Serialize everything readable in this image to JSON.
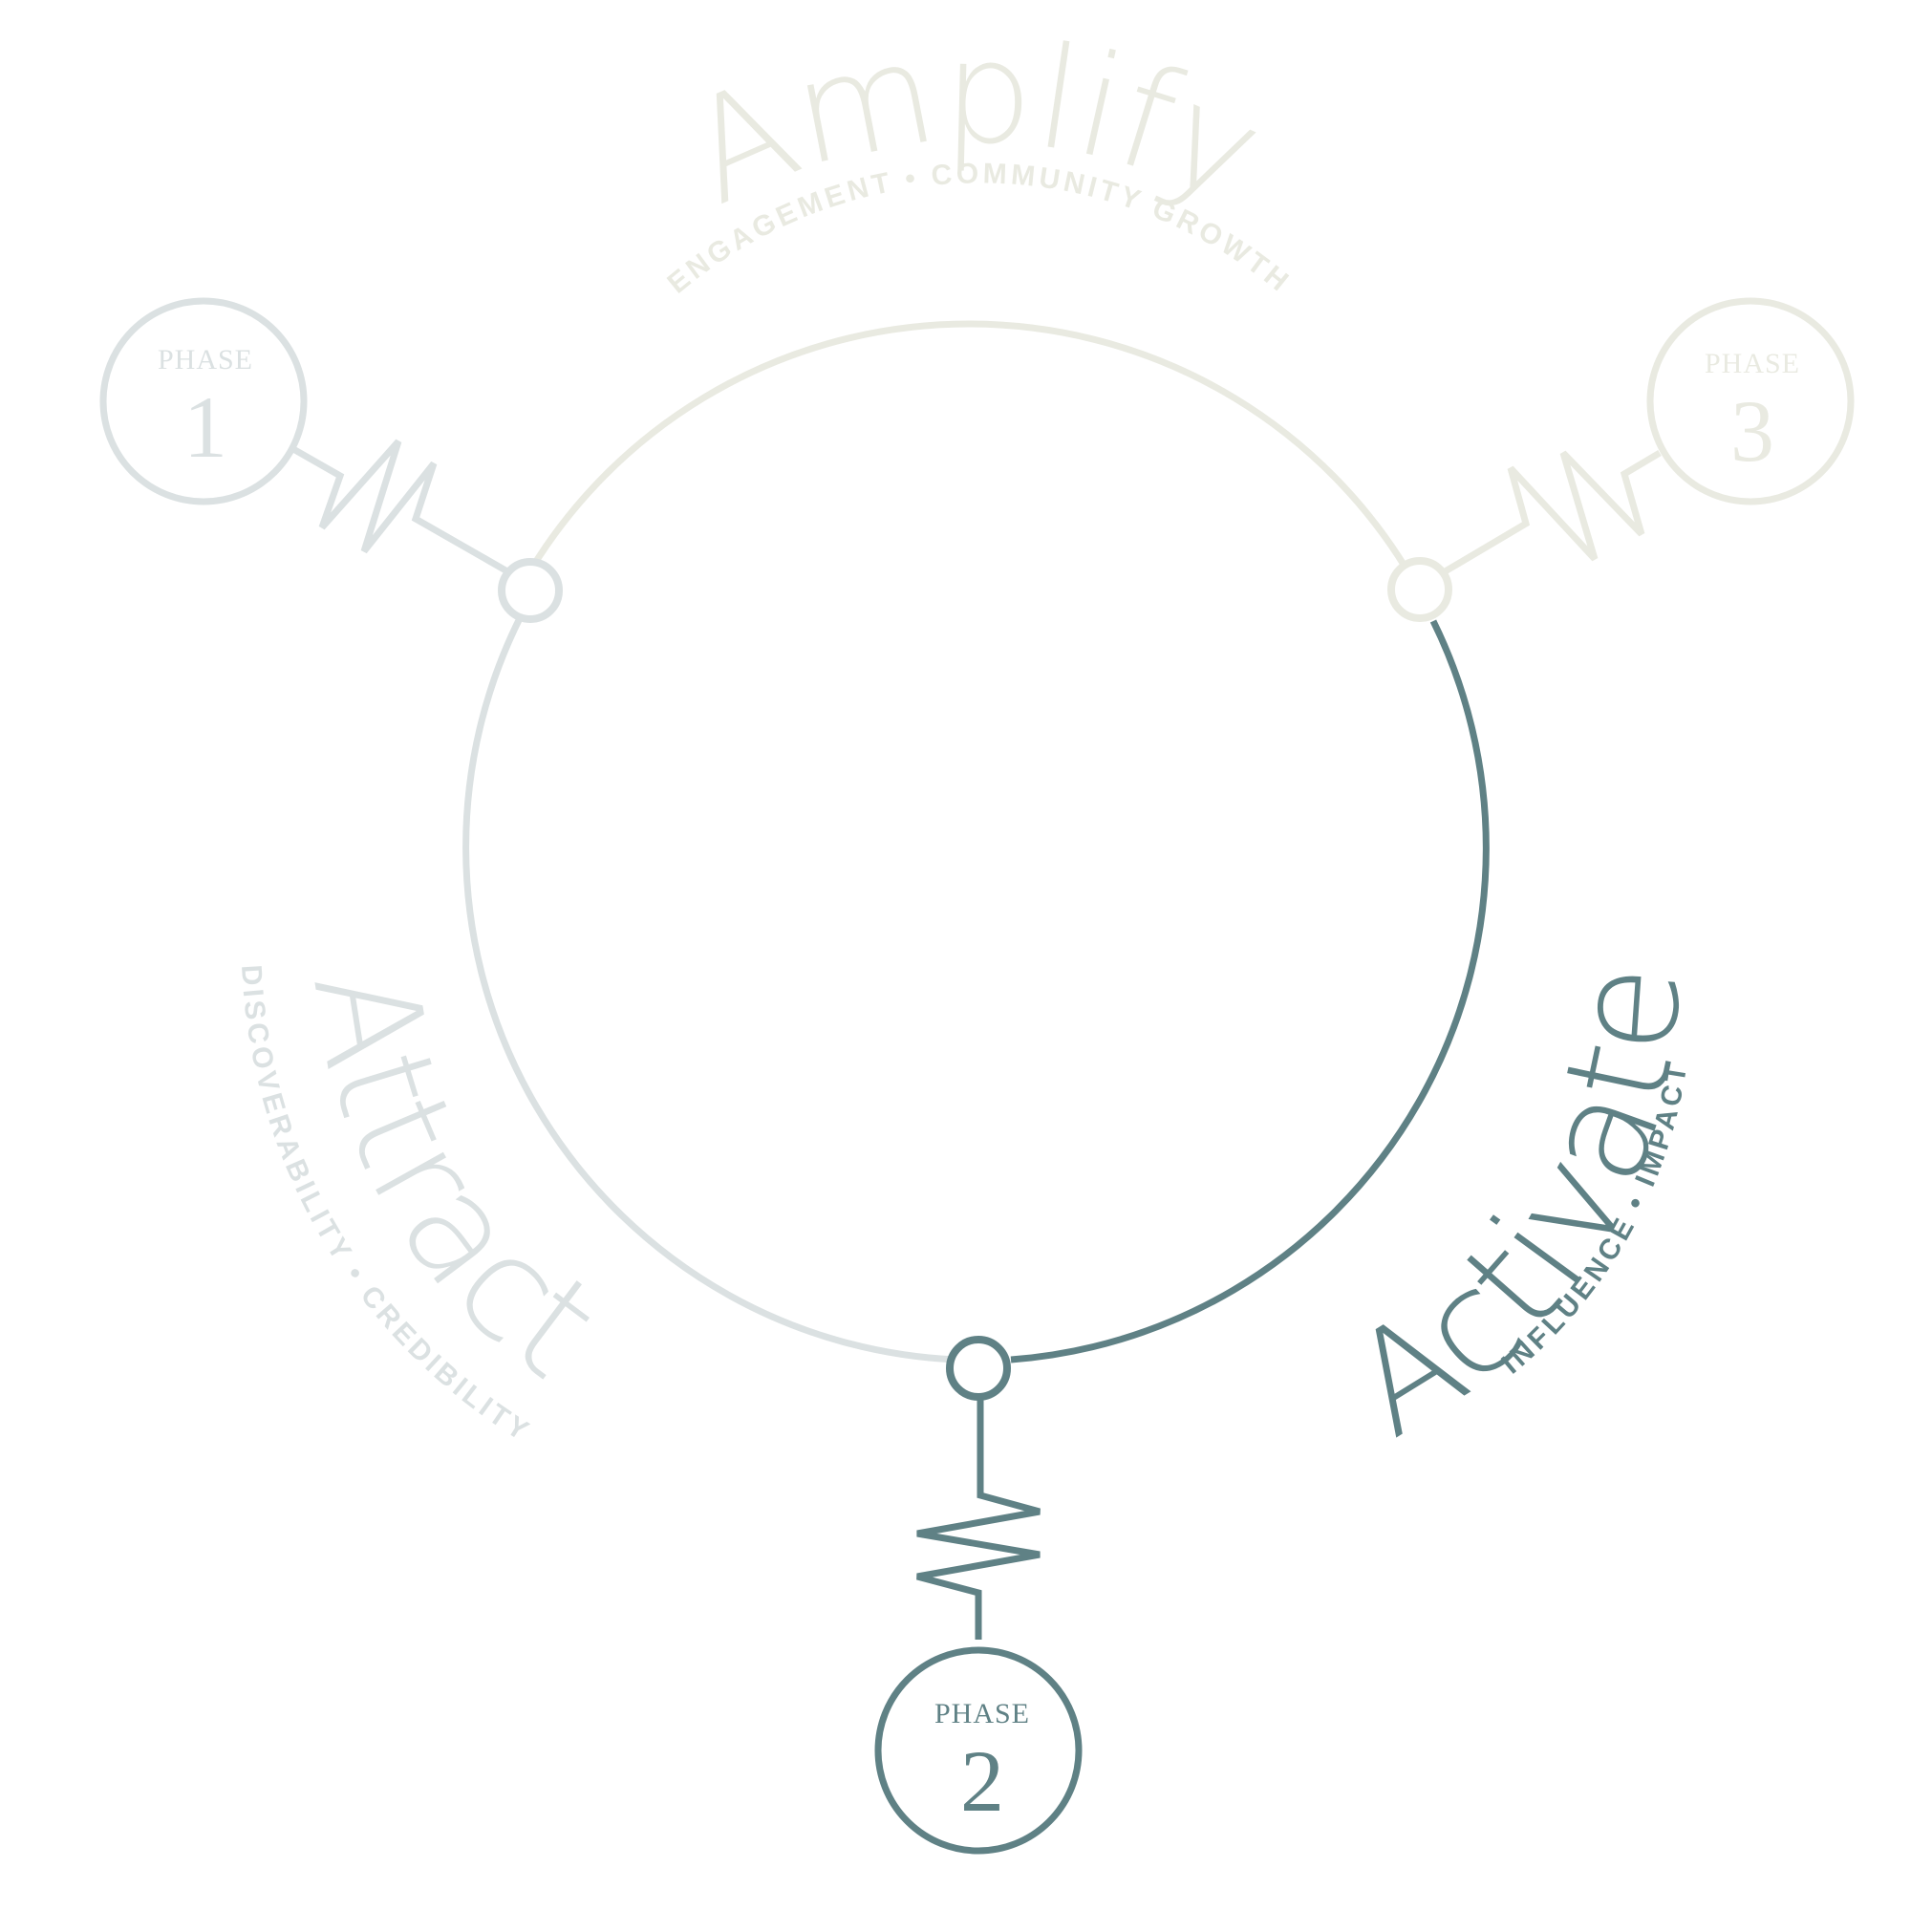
{
  "colors": {
    "attract": "#dbe1e2",
    "amplify": "#e9eae1",
    "activate": "#5f8185",
    "background": "#ffffff"
  },
  "phases": [
    {
      "key": "attract",
      "label": "PHASE",
      "number": "1",
      "title": "Attract",
      "subtitle": "DISCOVERABILITY • CREDIBILITY"
    },
    {
      "key": "activate",
      "label": "PHASE",
      "number": "2",
      "title": "Activate",
      "subtitle": "INFLUENCE • IMPACT"
    },
    {
      "key": "amplify",
      "label": "PHASE",
      "number": "3",
      "title": "Amplify",
      "subtitle": "ENGAGEMENT • COMMUNITY GROWTH"
    }
  ]
}
